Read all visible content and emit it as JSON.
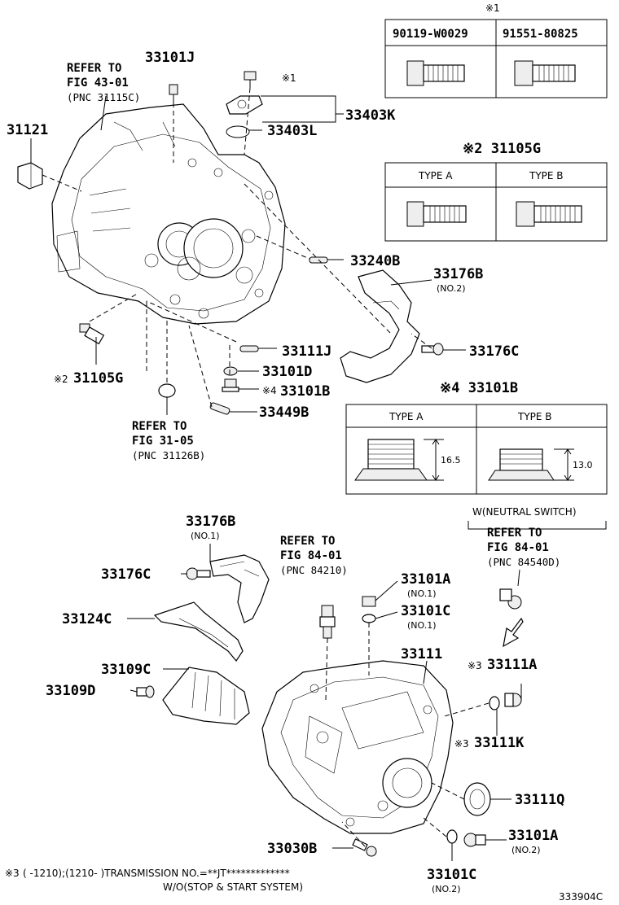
{
  "labels": {
    "p33101J": "33101J",
    "p31121": "31121",
    "p33403K": "33403K",
    "p33403L": "33403L",
    "p33240B": "33240B",
    "p33176B_top": "33176B",
    "p33176B_top_sub": "(NO.2)",
    "p33176C_top": "33176C",
    "p33111J": "33111J",
    "p33101D": "33101D",
    "p33101B": "33101B",
    "p33101B_mark": "※4",
    "p33449B": "33449B",
    "p31105G": "31105G",
    "p31105G_mark": "※2",
    "mark1_bolt": "※1",
    "p33176B_bot": "33176B",
    "p33176B_bot_sub": "(NO.1)",
    "p33176C_bot": "33176C",
    "p33124C": "33124C",
    "p33109C": "33109C",
    "p33109D": "33109D",
    "p33101A_top": "33101A",
    "p33101A_top_sub": "(NO.1)",
    "p33101C_top": "33101C",
    "p33101C_top_sub": "(NO.1)",
    "p33111": "33111",
    "p33111A": "33111A",
    "p33111A_mark": "※3",
    "p33111K": "33111K",
    "p33111K_mark": "※3",
    "p33111Q": "33111Q",
    "p33030B": "33030B",
    "p33101A_bot": "33101A",
    "p33101A_bot_sub": "(NO.2)",
    "p33101C_bot": "33101C",
    "p33101C_bot_sub": "(NO.2)"
  },
  "refs": {
    "r43_l1": "REFER TO",
    "r43_l2": "FIG 43-01",
    "r43_l3": "(PNC 31115C)",
    "r31_l1": "REFER TO",
    "r31_l2": "FIG 31-05",
    "r31_l3": "(PNC 31126B)",
    "r84a_l1": "REFER TO",
    "r84a_l2": "FIG 84-01",
    "r84a_l3": "(PNC 84210)",
    "neutral_title": "W(NEUTRAL SWITCH)",
    "r84b_l1": "REFER TO",
    "r84b_l2": "FIG 84-01",
    "r84b_l3": "(PNC 84540D)"
  },
  "table1": {
    "mark": "※1",
    "col_a": "90119-W0029",
    "col_b": "91551-80825"
  },
  "table2": {
    "title": "※2 31105G",
    "col_a": "TYPE A",
    "col_b": "TYPE B"
  },
  "table3": {
    "title": "※4 33101B",
    "col_a": "TYPE A",
    "col_b": "TYPE B",
    "dim_a": "16.5",
    "dim_b": "13.0"
  },
  "footnote": {
    "line1_mark": "※3",
    "line1_text": "(     -1210);(1210-      )TRANSMISSION NO.=**JT*************",
    "line2_text": "W/O(STOP & START SYSTEM)"
  },
  "figure_code": "333904C"
}
